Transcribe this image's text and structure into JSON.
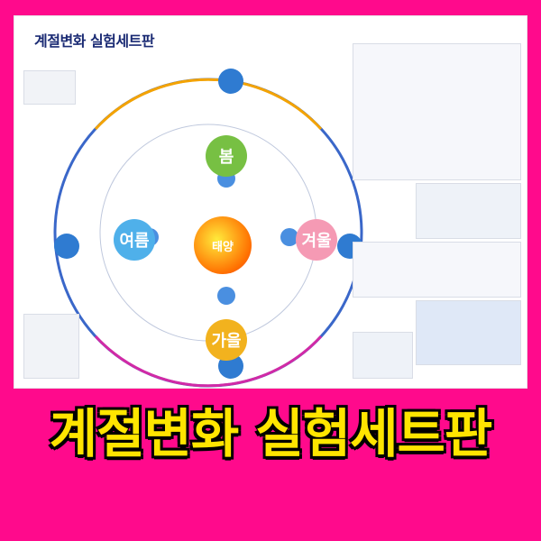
{
  "poster": {
    "title": "계절변화 실험세트판",
    "seasons": {
      "spring": "봄",
      "summer": "여름",
      "autumn": "가을",
      "winter": "겨울",
      "sun": "태양"
    }
  },
  "banner": {
    "title": "계절변화 실험세트판"
  },
  "colors": {
    "background": "#ff0a8c",
    "title_fill": "#ffe500",
    "title_outline": "#000000"
  }
}
